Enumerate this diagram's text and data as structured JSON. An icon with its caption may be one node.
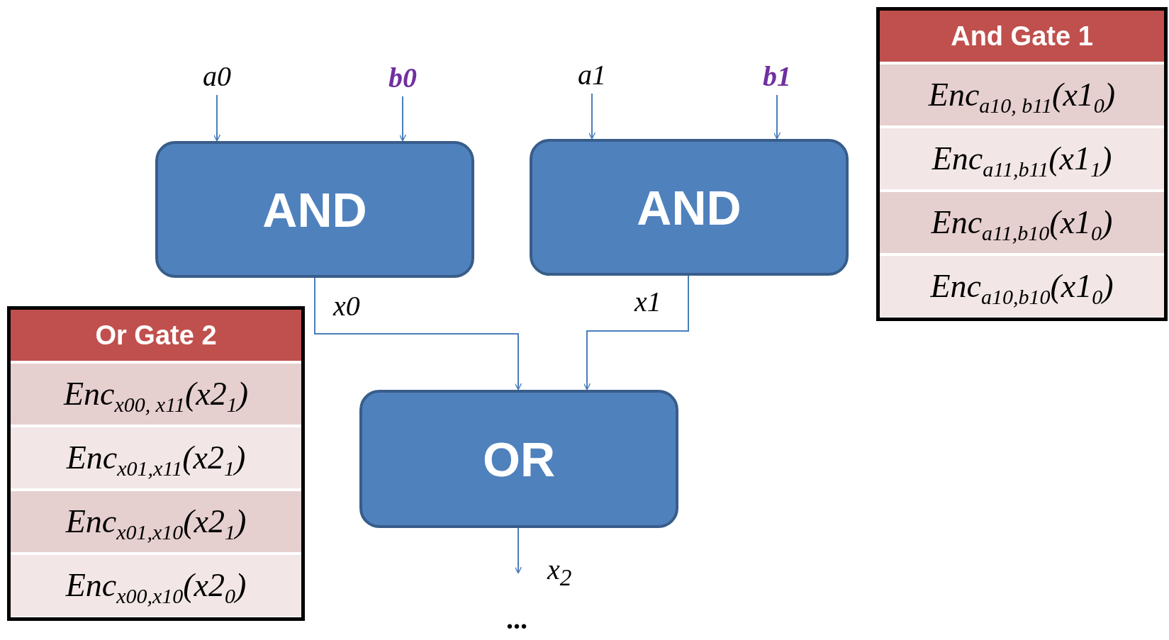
{
  "diagram": {
    "nodes": [
      {
        "text": [
          "AND"
        ]
      },
      {
        "text": [
          "AND"
        ]
      },
      {
        "text": [
          "OR"
        ]
      },
      {
        "text": [
          "a0"
        ]
      },
      {
        "text": [
          "b0"
        ]
      },
      {
        "text": [
          "a1"
        ]
      },
      {
        "text": [
          "b1"
        ]
      },
      {
        "text": [
          "And Gate 1"
        ]
      },
      {
        "text": [
          "Enc$_{a10, b11}$(x1$_{0}$)"
        ],
        "in": 7
      },
      {
        "text": [
          "Enc$_{a11,b11}$(x1$_{1}$)"
        ],
        "in": 7
      },
      {
        "text": [
          "Enc$_{a11,b10}$(x1$_{0}$)"
        ],
        "in": 7
      },
      {
        "text": [
          "Enc$_{a10,b10}$(x1$_{0}$)"
        ],
        "in": 7
      },
      {
        "text": [
          "Or Gate 2"
        ]
      },
      {
        "text": [
          "Enc$_{x00, x11}$(x2$_{1}$)"
        ],
        "in": 12
      },
      {
        "text": [
          "Enc$_{x01,x11}$(x2$_{1}$)"
        ],
        "in": 12
      },
      {
        "text": [
          "Enc$_{x01,x10}$(x2$_{1}$)"
        ],
        "in": 12
      },
      {
        "text": [
          "Enc$_{x00,x10}$(x2$_{0}$)"
        ],
        "in": 12
      }
    ],
    "edges": [
      {
        "from": 3,
        "to": 0,
        "arrow": "to"
      },
      {
        "from": 4,
        "to": 0,
        "arrow": "to"
      },
      {
        "from": 5,
        "to": 1,
        "arrow": "to"
      },
      {
        "from": 6,
        "to": 1,
        "arrow": "to"
      },
      {
        "from": 0,
        "to": 2,
        "arrow": "to",
        "label": "x0"
      },
      {
        "from": 1,
        "to": 2,
        "arrow": "to",
        "label": "x1"
      },
      {
        "from": 2,
        "to": null,
        "arrow": "to",
        "label": "x$_{2}$"
      }
    ],
    "labels": [
      "..."
    ]
  }
}
